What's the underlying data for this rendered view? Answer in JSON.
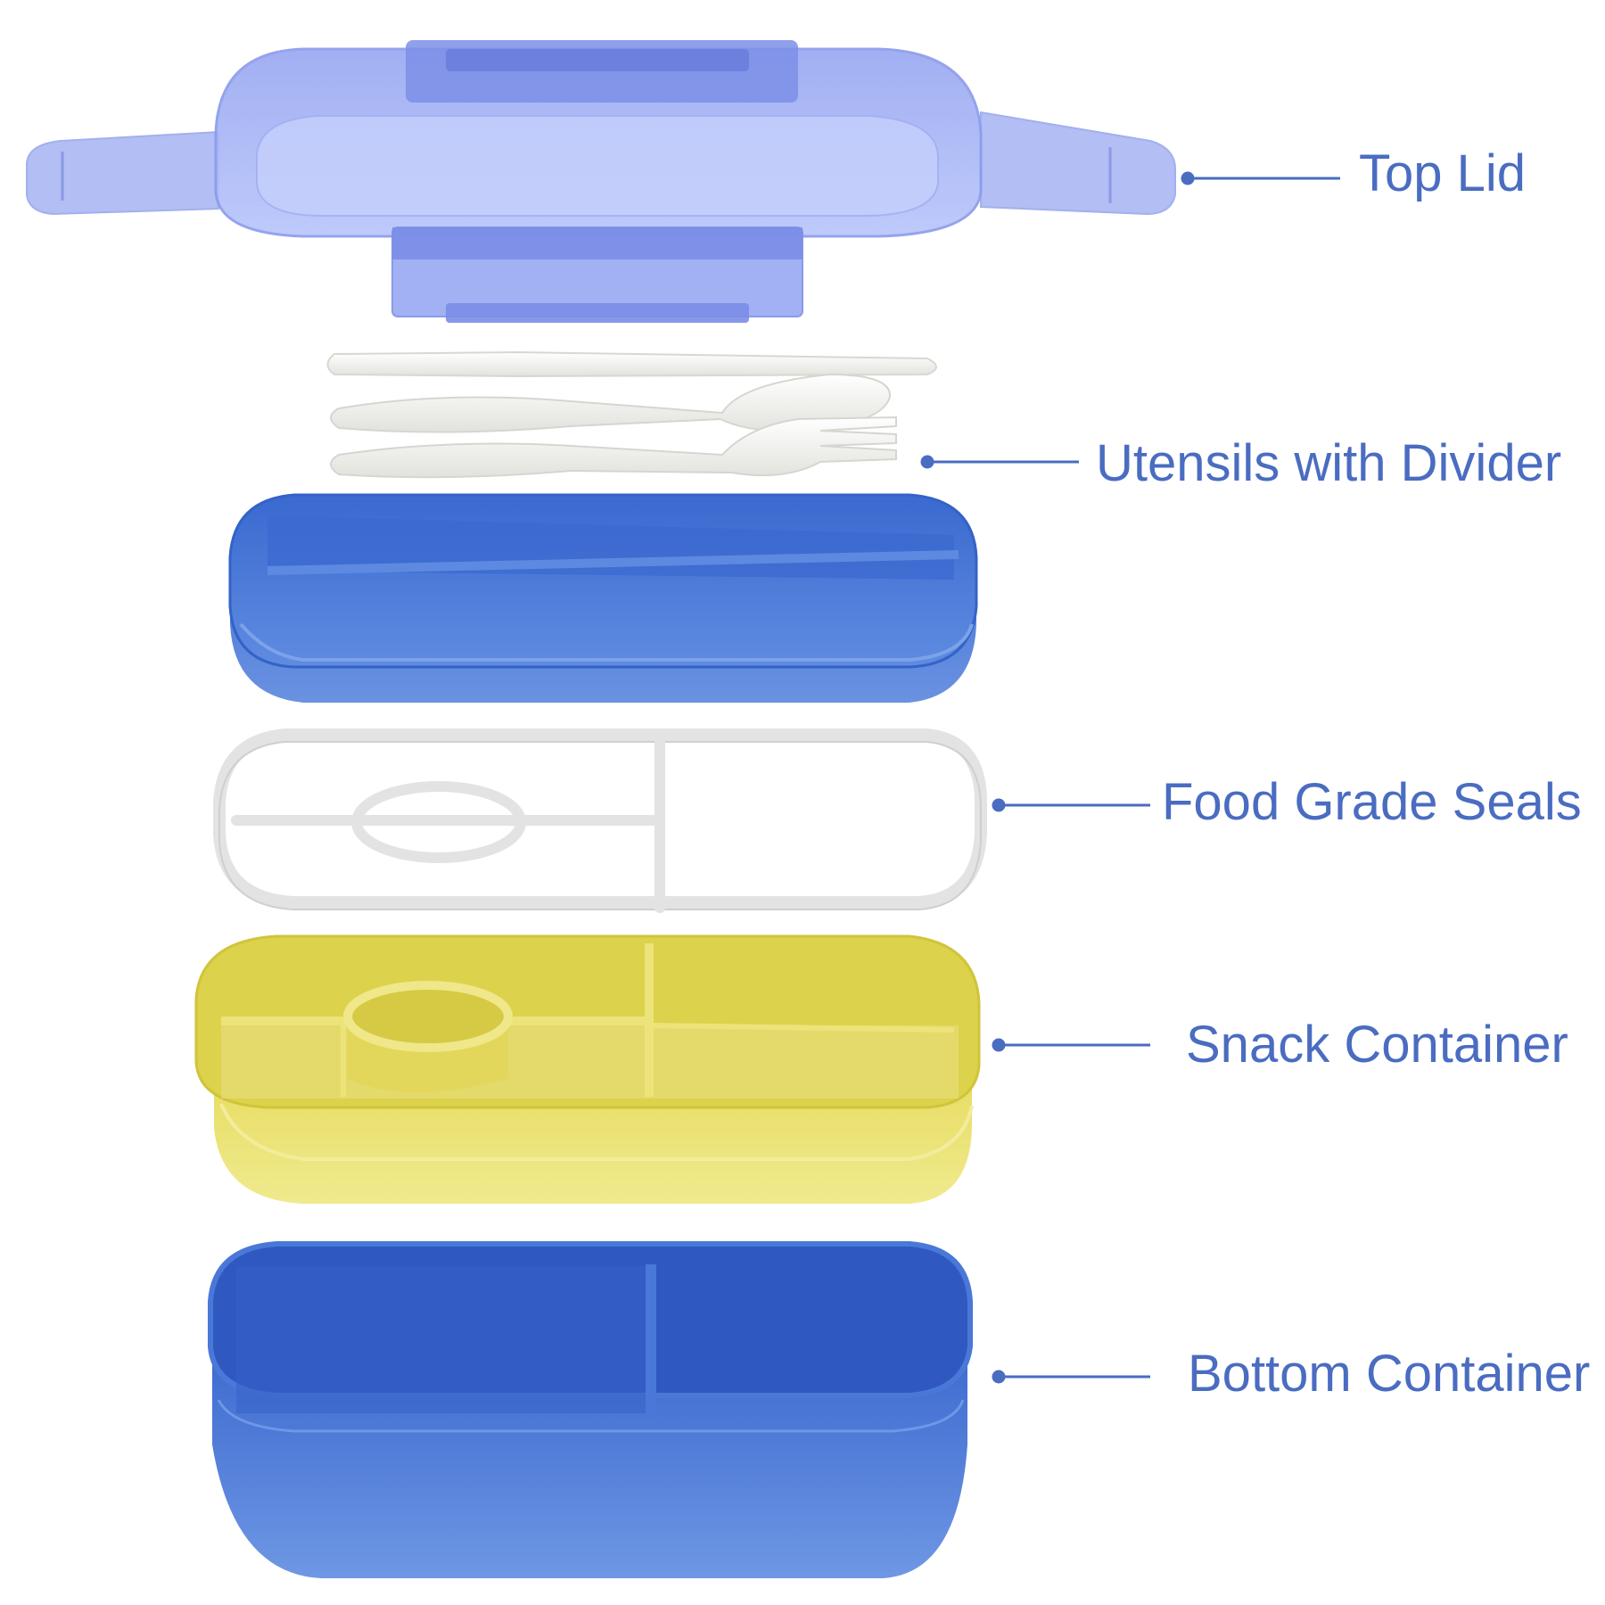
{
  "theme": {
    "label_color": "#4a6cc1",
    "leader_color": "#4a6cc1",
    "lid_color": "#8ea1ee",
    "utensil_color": "#f1f1ee",
    "tray_color": "#4f7ed8",
    "seal_color": "#e6e6e6",
    "snack_color": "#e8e06a",
    "bottom_color": "#3f6ed3"
  },
  "labels": {
    "top_lid": "Top Lid",
    "utensils": "Utensils with Divider",
    "seals": "Food Grade Seals",
    "snack": "Snack Container",
    "bottom": "Bottom Container"
  }
}
